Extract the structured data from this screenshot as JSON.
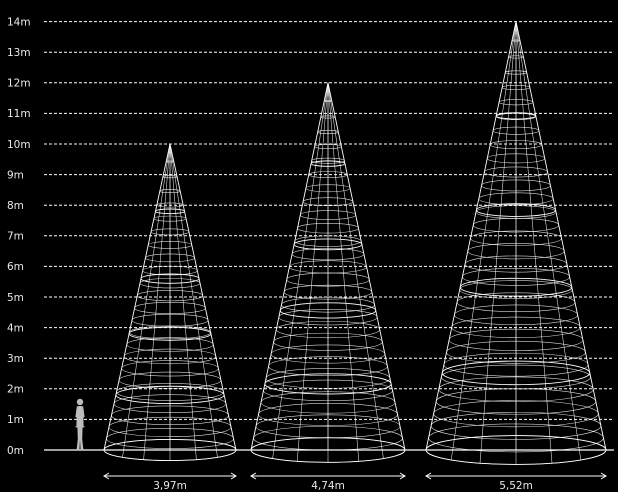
{
  "diagram": {
    "height_scale": {
      "unit": "m",
      "ticks": [
        "0m",
        "1m",
        "2m",
        "3m",
        "4m",
        "5m",
        "6m",
        "7m",
        "8m",
        "9m",
        "10m",
        "11m",
        "12m",
        "13m",
        "14m"
      ]
    },
    "trees": [
      {
        "height_m": 10,
        "diameter_label": "3,97m",
        "rings": 24
      },
      {
        "height_m": 12,
        "diameter_label": "4,74m",
        "rings": 28
      },
      {
        "height_m": 14,
        "diameter_label": "5,52m",
        "rings": 32
      }
    ],
    "figure": "human-silhouette-icon",
    "colors": {
      "background": "#000000",
      "lines": "#ffffff",
      "text": "#e8e8e8"
    }
  }
}
